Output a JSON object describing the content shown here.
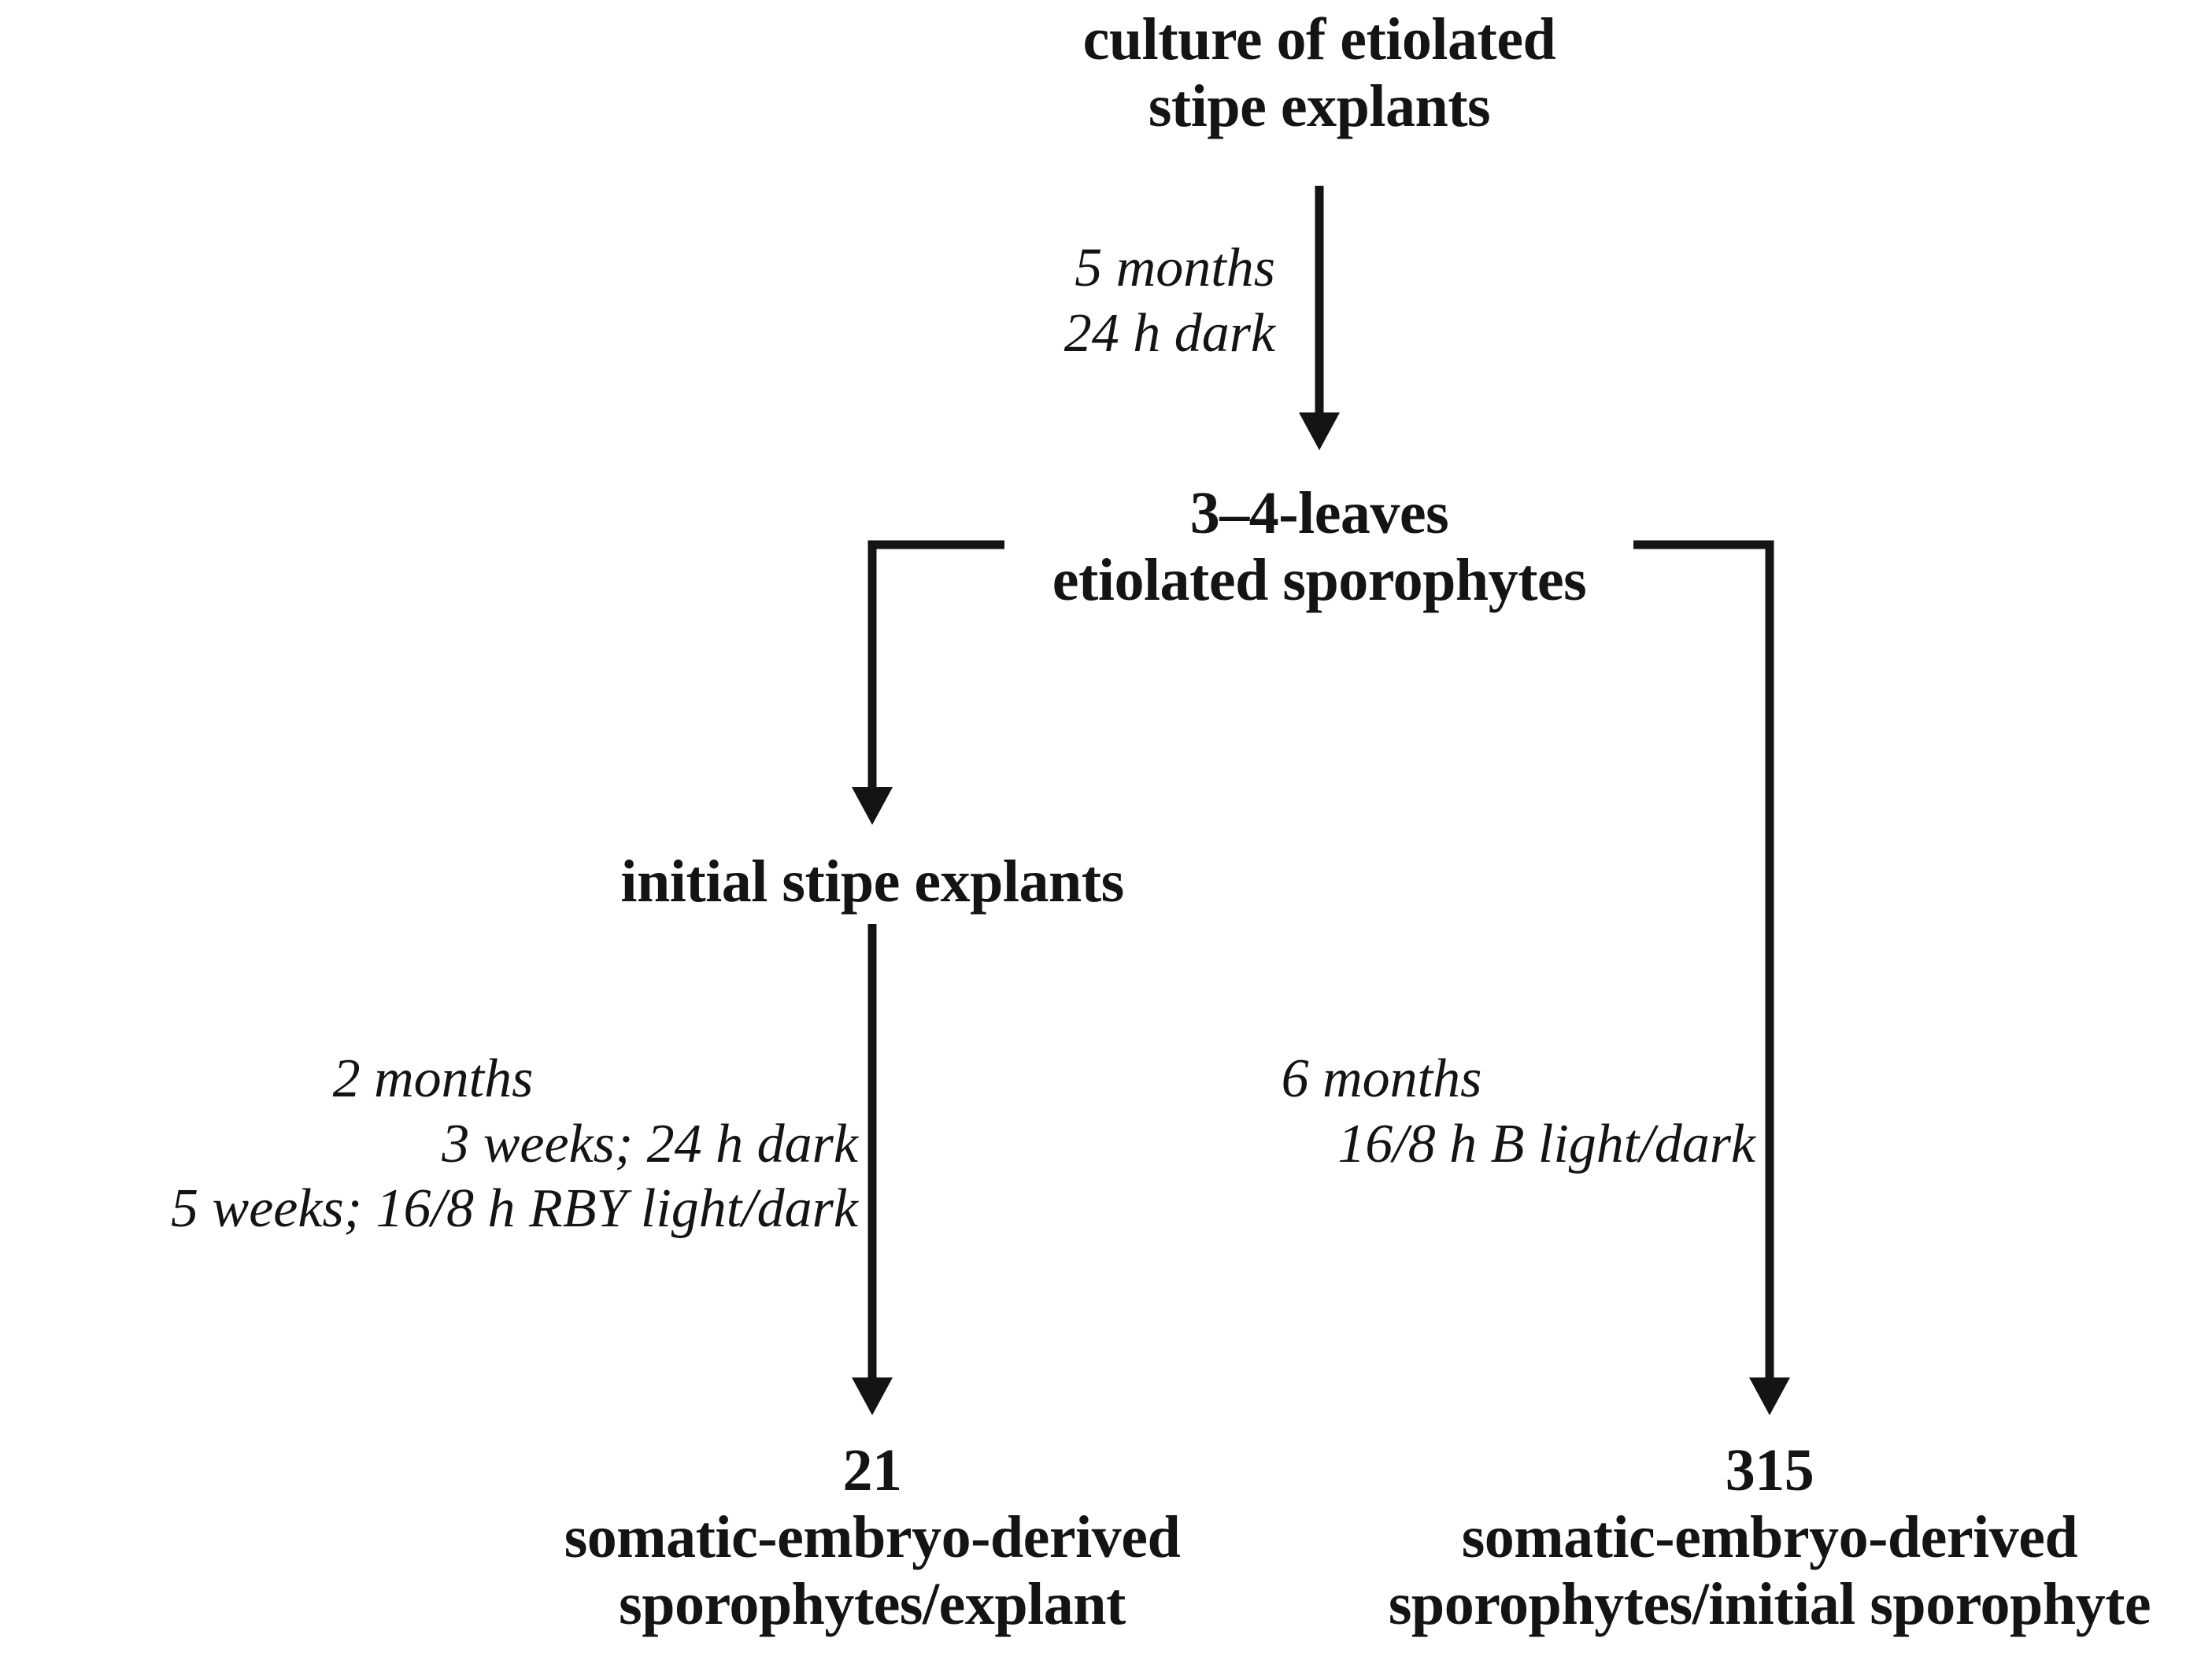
{
  "diagram": {
    "title": "Somatic embryogenesis flowchart",
    "line_color": "#141414",
    "background": "#ffffff",
    "nodes": {
      "start": {
        "line1": "culture of etiolated",
        "line2": "stipe explants"
      },
      "sporophytes": {
        "line1": "3–4-leaves",
        "line2": "etiolated sporophytes"
      },
      "explants": {
        "line1": "initial stipe explants"
      },
      "result_left": {
        "count": "21",
        "line1": "somatic-embryo-derived",
        "line2": "sporophytes/explant"
      },
      "result_right": {
        "count": "315",
        "line1": "somatic-embryo-derived",
        "line2": "sporophytes/initial sporophyte"
      }
    },
    "edge_labels": {
      "top": {
        "line1": "5 months",
        "line2": "24 h dark"
      },
      "left": {
        "line1": "2 months",
        "line2": "3 weeks; 24 h dark",
        "line3": "5 weeks; 16/8 h RBY light/dark"
      },
      "right": {
        "line1": "6 months",
        "line2": "16/8 h B light/dark"
      }
    }
  }
}
